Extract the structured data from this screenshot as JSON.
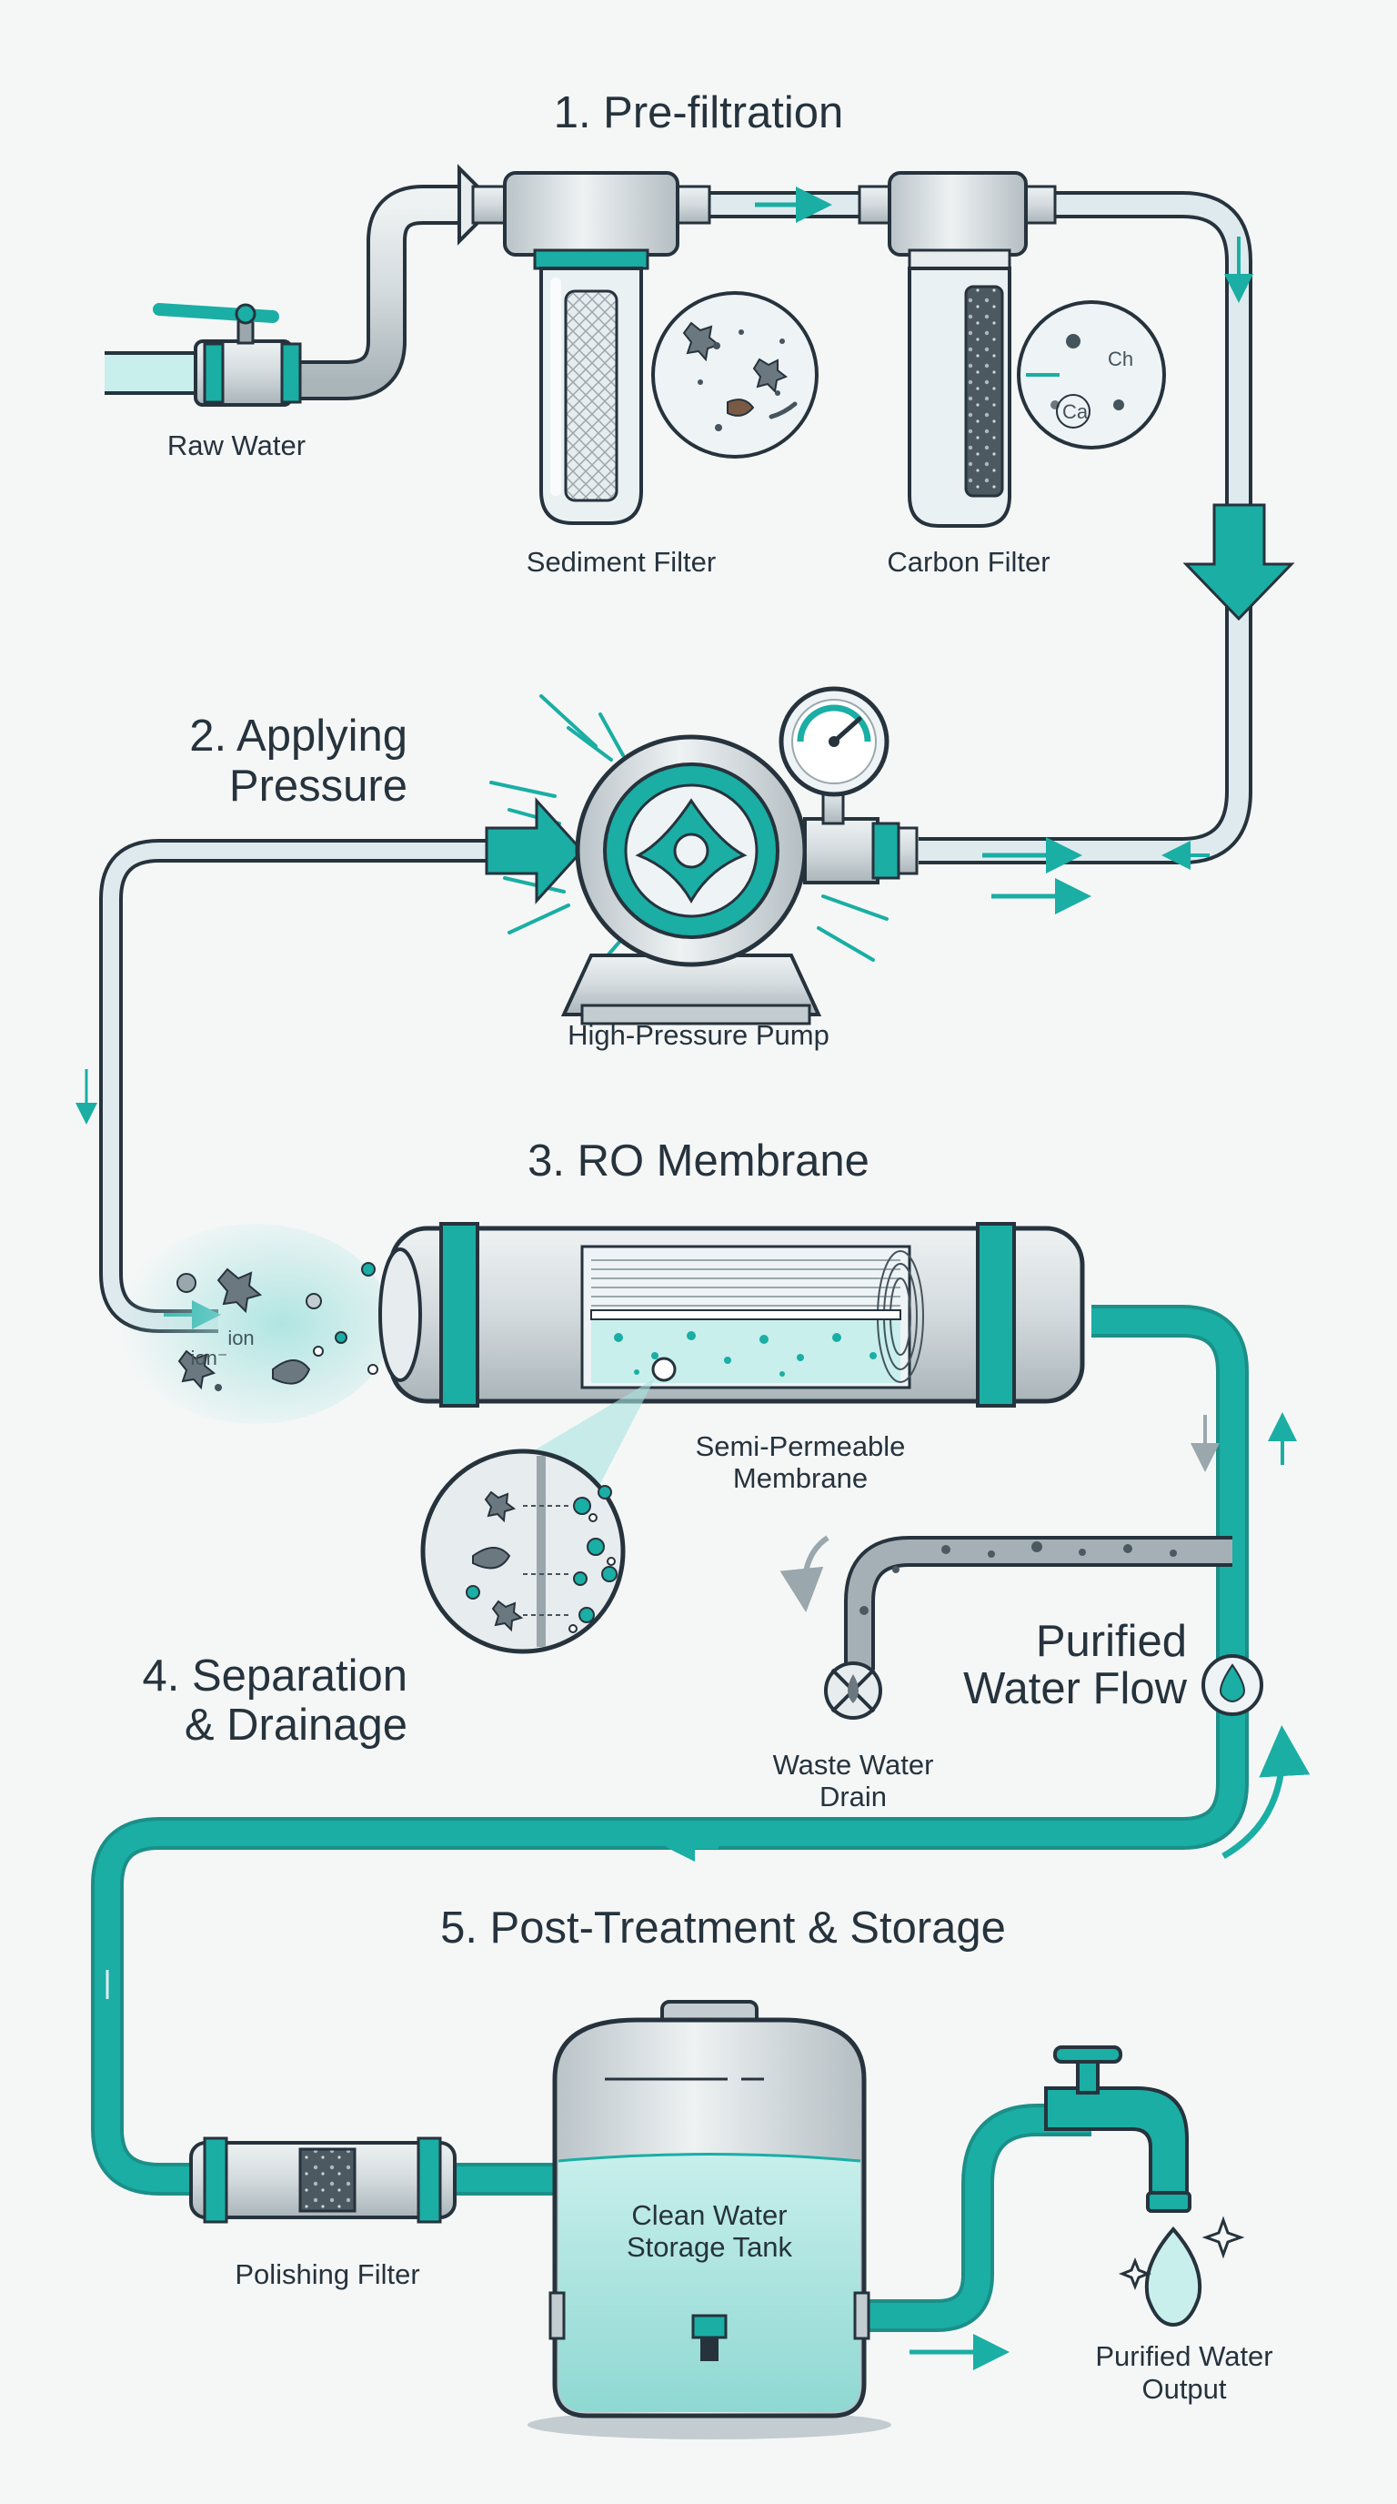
{
  "steps": {
    "s1": "1. Pre-filtration",
    "s2_l1": "2. Applying",
    "s2_l2": "Pressure",
    "s3": "3. RO Membrane",
    "s4_l1": "4. Separation",
    "s4_l2": "& Drainage",
    "s5": "5. Post-Treatment & Storage"
  },
  "labels": {
    "raw_water": "Raw Water",
    "sediment_filter": "Sediment Filter",
    "carbon_filter": "Carbon Filter",
    "pump": "High-Pressure Pump",
    "membrane_l1": "Semi-Permeable",
    "membrane_l2": "Membrane",
    "purified_flow_l1": "Purified",
    "purified_flow_l2": "Water Flow",
    "waste_l1": "Waste Water",
    "waste_l2": "Drain",
    "polishing": "Polishing Filter",
    "tank_l1": "Clean Water",
    "tank_l2": "Storage Tank",
    "output_l1": "Purified Water",
    "output_l2": "Output"
  },
  "zoom": {
    "carbon_c1": "Ch",
    "carbon_c2": "Ca",
    "ion1": "ion",
    "ion2": "ion⁻"
  },
  "colors": {
    "teal": "#1aaea4",
    "dark": "#26333d",
    "pipe_light": "#dfeaee",
    "water": "#bfe8e6",
    "metal": "#d7dde0"
  }
}
